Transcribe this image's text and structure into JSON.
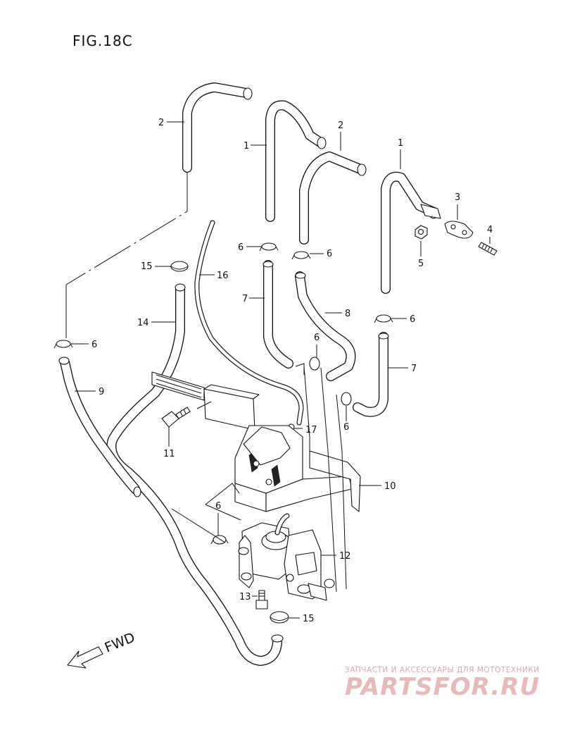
{
  "figure": {
    "title": "FIG.18C"
  },
  "callouts": {
    "c2a": "2",
    "c1a": "1",
    "c2b": "2",
    "c1b": "1",
    "c3": "3",
    "c4": "4",
    "c5": "5",
    "c6a": "6",
    "c6b": "6",
    "c6c": "6",
    "c6d": "6",
    "c6e": "6",
    "c6f": "6",
    "c6g": "6",
    "c15a": "15",
    "c16": "16",
    "c7a": "7",
    "c8": "8",
    "c7b": "7",
    "c14": "14",
    "c9": "9",
    "c11": "11",
    "c17": "17",
    "c10": "10",
    "c12": "12",
    "c13": "13",
    "c15b": "15"
  },
  "direction": {
    "label": "FWD"
  },
  "watermark": {
    "tagline": "ЗАПЧАСТИ И АКСЕССУАРЫ ДЛЯ МОТОТЕХНИКИ",
    "brand": "PARTSFOR.RU"
  }
}
